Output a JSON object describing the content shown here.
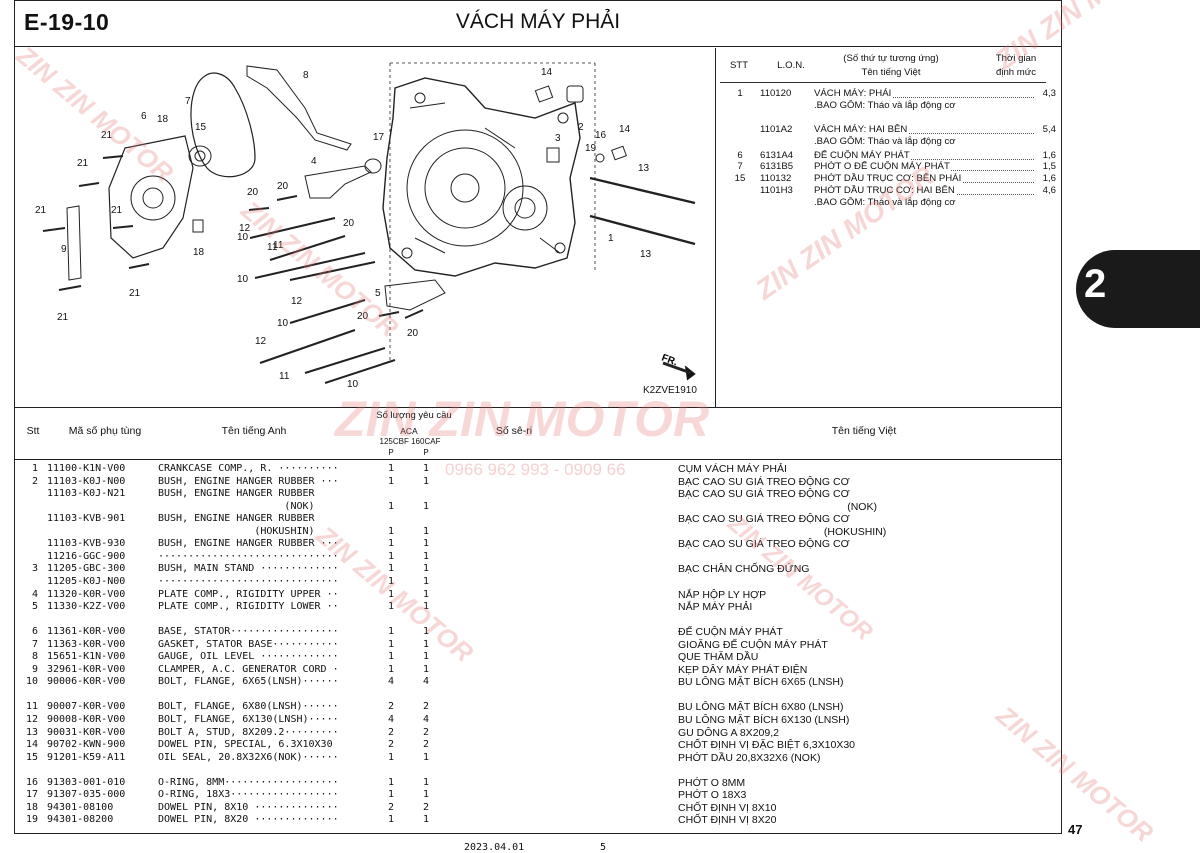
{
  "page": {
    "code": "E-19-10",
    "title": "VÁCH MÁY PHẢI",
    "section_tab": "2",
    "page_number": "47",
    "footer_date": "2023.04.01",
    "footer_mark": "5"
  },
  "diagram": {
    "code": "K2ZVE1910",
    "direction_label": "FR.",
    "callouts": [
      "1",
      "2",
      "3",
      "4",
      "5",
      "6",
      "7",
      "8",
      "9",
      "10",
      "10",
      "10",
      "10",
      "11",
      "11",
      "11",
      "12",
      "12",
      "12",
      "13",
      "13",
      "14",
      "14",
      "15",
      "16",
      "17",
      "18",
      "18",
      "19",
      "20",
      "20",
      "20",
      "20",
      "20",
      "21",
      "21",
      "21",
      "21",
      "21",
      "21"
    ]
  },
  "ref_table": {
    "headers": {
      "stt": "STT",
      "lon": "L.O.N.",
      "name_line1": "(Số thứ tự tương ứng)",
      "name_line2": "Tên tiếng Việt",
      "time_line1": "Thời gian",
      "time_line2": "định mức"
    },
    "rows": [
      {
        "stt": "1",
        "lon": "110120",
        "name": "VÁCH MÁY: PHẢI",
        "time": "4,3"
      },
      {
        "stt": "",
        "lon": "",
        "name": ".BAO GỒM: Tháo và lắp động cơ",
        "time": ""
      },
      {
        "stt": "",
        "lon": "1101A2",
        "name": "VÁCH MÁY: HAI BÊN",
        "time": "5,4"
      },
      {
        "stt": "",
        "lon": "",
        "name": ".BAO GỒM: Tháo và lắp động cơ",
        "time": ""
      },
      {
        "stt": "6",
        "lon": "6131A4",
        "name": "ĐẾ CUỘN MÁY PHÁT",
        "time": "1,6"
      },
      {
        "stt": "7",
        "lon": "6131B5",
        "name": "PHỚT O ĐẾ CUỘN MÁY PHÁT",
        "time": "1,5"
      },
      {
        "stt": "15",
        "lon": "110132",
        "name": "PHỚT DẦU TRỤC CƠ: BÊN PHẢI",
        "time": "1,6"
      },
      {
        "stt": "",
        "lon": "1101H3",
        "name": "PHỚT DẦU TRỤC CƠ: HAI BÊN",
        "time": "4,6"
      },
      {
        "stt": "",
        "lon": "",
        "name": ".BAO GỒM: Tháo và lắp động cơ",
        "time": ""
      }
    ]
  },
  "parts_table": {
    "headers": {
      "stt": "Stt",
      "part_no": "Mã số phụ tùng",
      "name_en": "Tên tiếng Anh",
      "qty_group": "Số lượng yêu cầu",
      "qty_sub": "ACA",
      "qty_models": "125CBF 160CAF",
      "qty_p1": "P",
      "qty_p2": "P",
      "serial": "Số sê-ri",
      "name_vn": "Tên tiếng Việt"
    },
    "rows": [
      {
        "stt": "1",
        "pn": "11100-K1N-V00",
        "en": "CRANKCASE COMP., R. ··········",
        "q1": "1",
        "q2": "1",
        "vn": "CỤM VÁCH MÁY PHẢI"
      },
      {
        "stt": "2",
        "pn": "11103-K0J-N00",
        "en": "BUSH, ENGINE HANGER RUBBER ···",
        "q1": "1",
        "q2": "1",
        "vn": "BẠC CAO SU GIÁ TREO ĐỘNG CƠ"
      },
      {
        "stt": "",
        "pn": "11103-K0J-N21",
        "en": "BUSH, ENGINE HANGER RUBBER",
        "q1": "",
        "q2": "",
        "vn": "BẠC CAO SU GIÁ TREO ĐỘNG CƠ"
      },
      {
        "stt": "",
        "pn": "",
        "en": "                     (NOK)",
        "q1": "1",
        "q2": "1",
        "vn": "                                                          (NOK)"
      },
      {
        "stt": "",
        "pn": "11103-KVB-901",
        "en": "BUSH, ENGINE HANGER RUBBER",
        "q1": "",
        "q2": "",
        "vn": "BẠC CAO SU GIÁ TREO ĐỘNG CƠ"
      },
      {
        "stt": "",
        "pn": "",
        "en": "                (HOKUSHIN)",
        "q1": "1",
        "q2": "1",
        "vn": "                                                  (HOKUSHIN)"
      },
      {
        "stt": "",
        "pn": "11103-KVB-930",
        "en": "BUSH, ENGINE HANGER RUBBER ···",
        "q1": "1",
        "q2": "1",
        "vn": "BẠC CAO SU GIÁ TREO ĐỘNG CƠ"
      },
      {
        "stt": "",
        "pn": "11216-GGC-900",
        "en": "······························",
        "q1": "1",
        "q2": "1",
        "vn": ""
      },
      {
        "stt": "3",
        "pn": "11205-GBC-300",
        "en": "BUSH, MAIN STAND ·············",
        "q1": "1",
        "q2": "1",
        "vn": "BẠC CHÂN CHỐNG ĐỨNG"
      },
      {
        "stt": "",
        "pn": "11205-K0J-N00",
        "en": "······························",
        "q1": "1",
        "q2": "1",
        "vn": ""
      },
      {
        "stt": "4",
        "pn": "11320-K0R-V00",
        "en": "PLATE COMP., RIGIDITY UPPER ··",
        "q1": "1",
        "q2": "1",
        "vn": "NẮP HỘP LY HỢP"
      },
      {
        "stt": "5",
        "pn": "11330-K2Z-V00",
        "en": "PLATE COMP., RIGIDITY LOWER ··",
        "q1": "1",
        "q2": "1",
        "vn": "NẮP MÁY PHẢI"
      },
      {
        "stt": "",
        "pn": "",
        "en": "",
        "q1": "",
        "q2": "",
        "vn": ""
      },
      {
        "stt": "6",
        "pn": "11361-K0R-V00",
        "en": "BASE, STATOR··················",
        "q1": "1",
        "q2": "1",
        "vn": "ĐẾ CUỘN MÁY PHÁT"
      },
      {
        "stt": "7",
        "pn": "11363-K0R-V00",
        "en": "GASKET, STATOR BASE···········",
        "q1": "1",
        "q2": "1",
        "vn": "GIOĂNG ĐẾ CUỘN MÁY PHÁT"
      },
      {
        "stt": "8",
        "pn": "15651-K1N-V00",
        "en": "GAUGE, OIL LEVEL ·············",
        "q1": "1",
        "q2": "1",
        "vn": "QUE THĂM DẦU"
      },
      {
        "stt": "9",
        "pn": "32961-K0R-V00",
        "en": "CLAMPER, A.C. GENERATOR CORD ·",
        "q1": "1",
        "q2": "1",
        "vn": "KẸP DÂY MÁY PHÁT ĐIỆN"
      },
      {
        "stt": "10",
        "pn": "90006-K0R-V00",
        "en": "BOLT, FLANGE, 6X65(LNSH)······",
        "q1": "4",
        "q2": "4",
        "vn": "BU LÔNG MẶT BÍCH 6X65 (LNSH)"
      },
      {
        "stt": "",
        "pn": "",
        "en": "",
        "q1": "",
        "q2": "",
        "vn": ""
      },
      {
        "stt": "11",
        "pn": "90007-K0R-V00",
        "en": "BOLT, FLANGE, 6X80(LNSH)······",
        "q1": "2",
        "q2": "2",
        "vn": "BU LÔNG MẶT BÍCH 6X80 (LNSH)"
      },
      {
        "stt": "12",
        "pn": "90008-K0R-V00",
        "en": "BOLT, FLANGE, 6X130(LNSH)·····",
        "q1": "4",
        "q2": "4",
        "vn": "BU LÔNG MẶT BÍCH 6X130 (LNSH)"
      },
      {
        "stt": "13",
        "pn": "90031-K0R-V00",
        "en": "BOLT A, STUD, 8X209.2·········",
        "q1": "2",
        "q2": "2",
        "vn": "GU DÔNG A 8X209,2"
      },
      {
        "stt": "14",
        "pn": "90702-KWN-900",
        "en": "DOWEL PIN, SPECIAL, 6.3X10X30",
        "q1": "2",
        "q2": "2",
        "vn": "CHỐT ĐỊNH VỊ ĐẶC BIỆT 6,3X10X30"
      },
      {
        "stt": "15",
        "pn": "91201-K59-A11",
        "en": "OIL SEAL, 20.8X32X6(NOK)······",
        "q1": "1",
        "q2": "1",
        "vn": "PHỚT DẦU 20,8X32X6 (NOK)"
      },
      {
        "stt": "",
        "pn": "",
        "en": "",
        "q1": "",
        "q2": "",
        "vn": ""
      },
      {
        "stt": "16",
        "pn": "91303-001-010",
        "en": "O-RING, 8MM···················",
        "q1": "1",
        "q2": "1",
        "vn": "PHỚT O 8MM"
      },
      {
        "stt": "17",
        "pn": "91307-035-000",
        "en": "O-RING, 18X3··················",
        "q1": "1",
        "q2": "1",
        "vn": "PHỚT O 18X3"
      },
      {
        "stt": "18",
        "pn": "94301-08100",
        "en": "DOWEL PIN, 8X10 ··············",
        "q1": "2",
        "q2": "2",
        "vn": "CHỐT ĐỊNH VỊ 8X10"
      },
      {
        "stt": "19",
        "pn": "94301-08200",
        "en": "DOWEL PIN, 8X20 ··············",
        "q1": "1",
        "q2": "1",
        "vn": "CHỐT ĐỊNH VỊ 8X20"
      }
    ]
  },
  "watermark": {
    "brand": "ZIN ZIN MOTOR",
    "phone": "0966 962 993 - 0909 66"
  }
}
